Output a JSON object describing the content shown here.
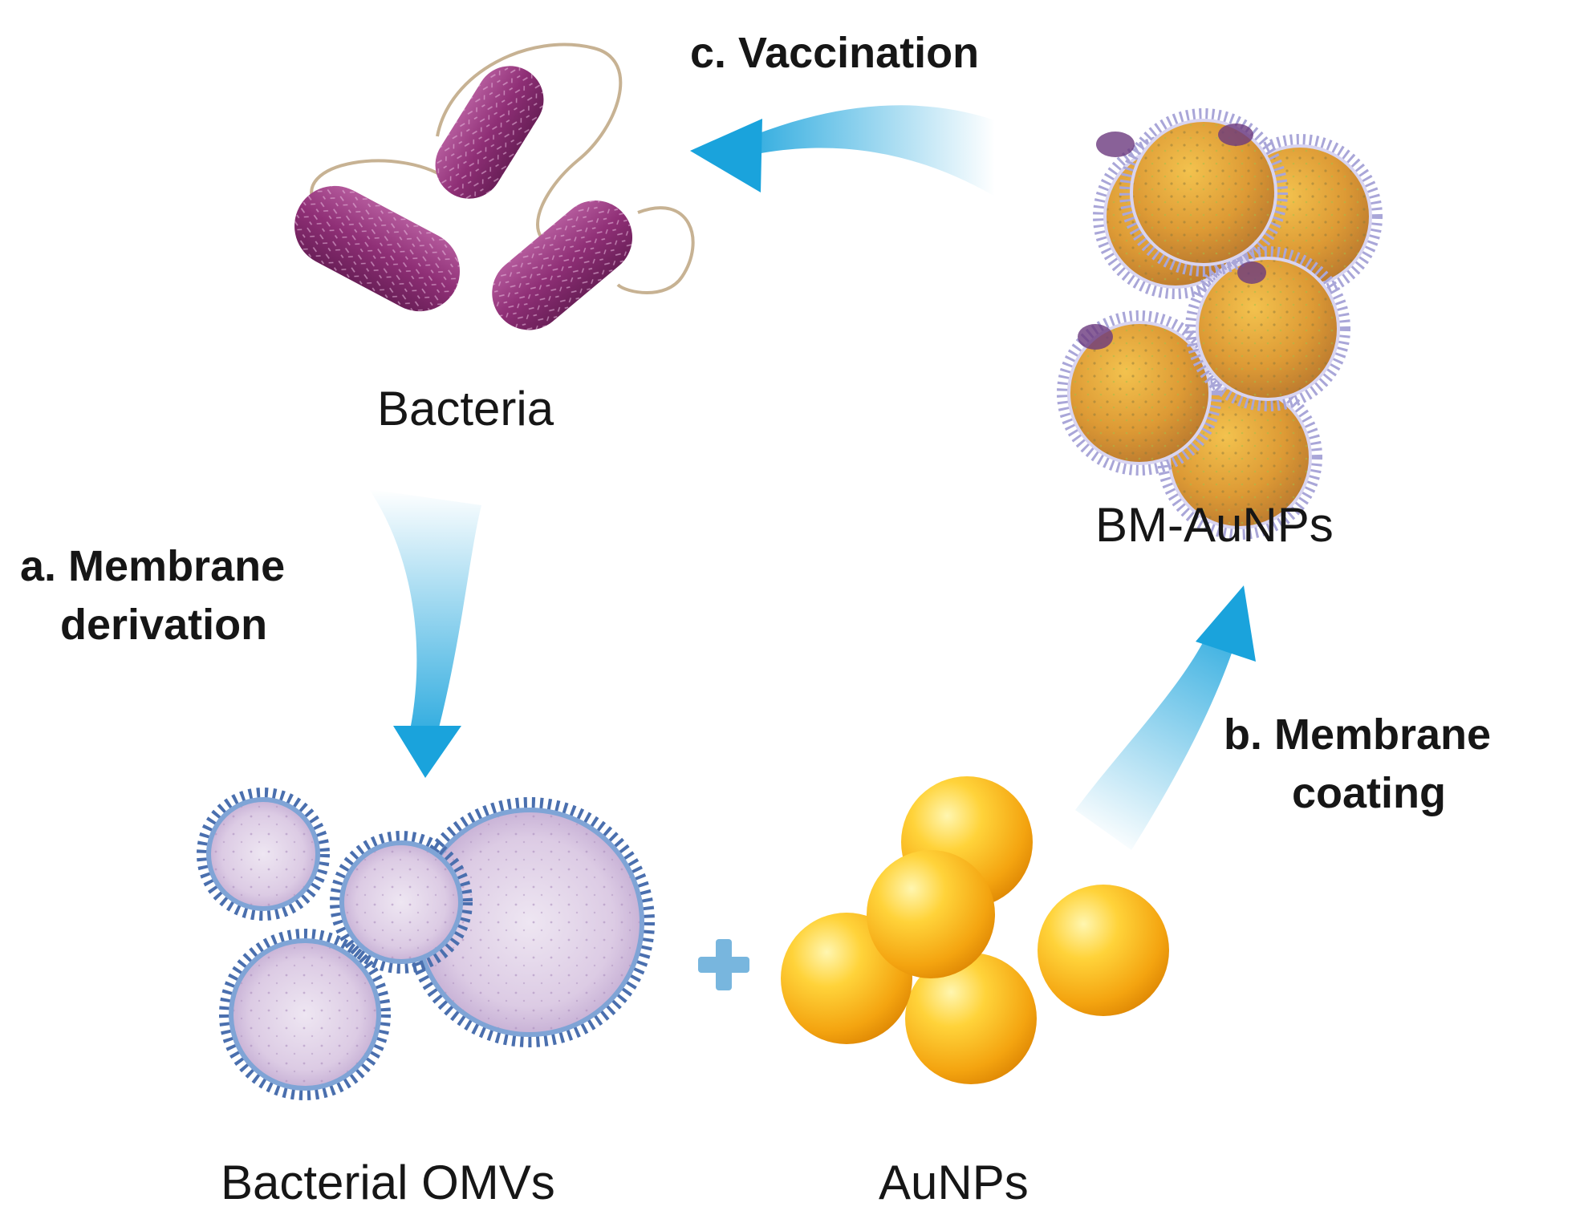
{
  "nodes": {
    "bacteria": "Bacteria",
    "bm_aunps": "BM-AuNPs",
    "omvs": "Bacterial OMVs",
    "aunps": "AuNPs"
  },
  "steps": {
    "a": {
      "line1": "a. Membrane",
      "line2": "derivation"
    },
    "b": {
      "line1": "b. Membrane",
      "line2": "coating"
    },
    "c": {
      "line1": "c. Vaccination"
    }
  },
  "operator": "+",
  "colors": {
    "arrow": "#1aa3dc",
    "bacteria": "#8a2f73",
    "gold": "#f7b21a",
    "omv_membrane": "#4a6fae",
    "omv_fill": "#ddd0e6",
    "coated_core": "#d9952e"
  },
  "icons": [
    "bacteria-icon",
    "bm-aunps-icon",
    "omvs-icon",
    "aunps-icon",
    "plus-icon"
  ]
}
